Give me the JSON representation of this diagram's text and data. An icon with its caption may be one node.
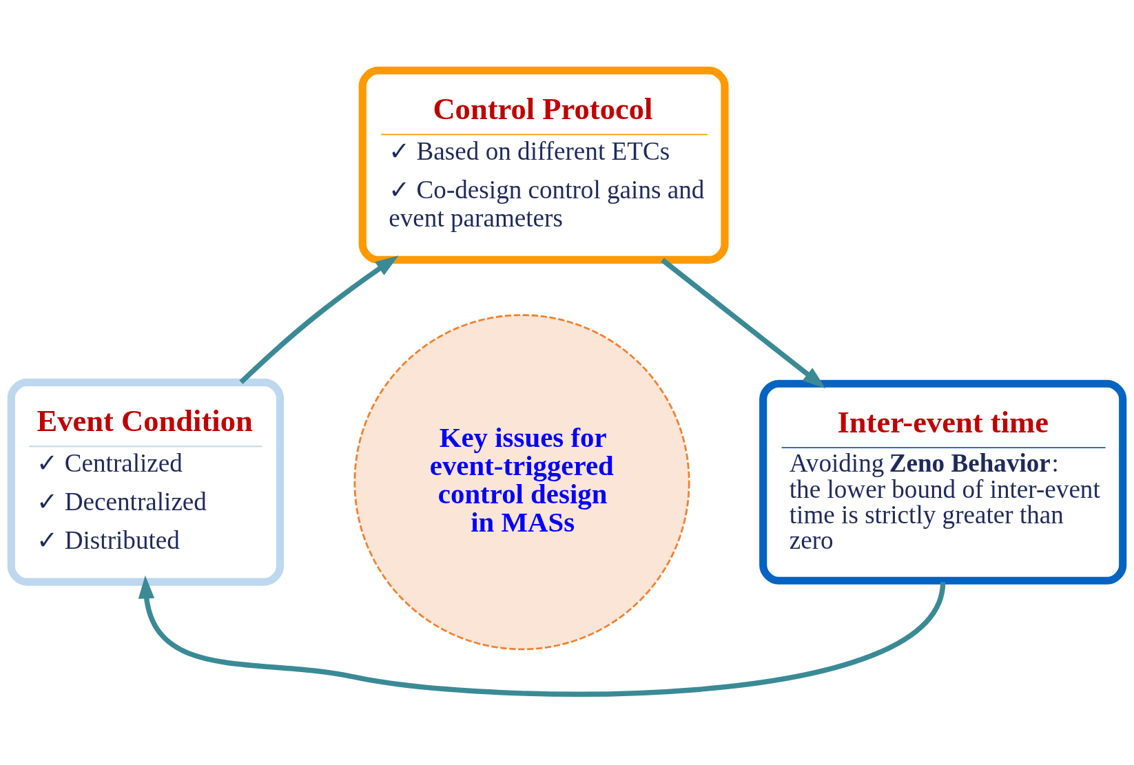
{
  "diagram": {
    "nodes": [
      {
        "text": [
          "Control Protocol",
          "✓ Based on different ETCs",
          "✓ Co-design control gains and event parameters"
        ]
      },
      {
        "text": [
          "Inter-event time",
          "Avoiding **Zeno Behavior**: the lower bound of inter-event time is strictly greater than zero"
        ]
      },
      {
        "text": [
          "Event Condition",
          "✓ Centralized",
          "✓ Decentralized",
          "✓ Distributed"
        ]
      },
      {
        "text": [
          "Key issues for event-triggered control design in MASs"
        ]
      }
    ],
    "edges": [
      {
        "from": 2,
        "to": 0,
        "arrow": "to"
      },
      {
        "from": 0,
        "to": 1,
        "arrow": "to"
      },
      {
        "from": 1,
        "to": 2,
        "arrow": "to"
      }
    ]
  }
}
